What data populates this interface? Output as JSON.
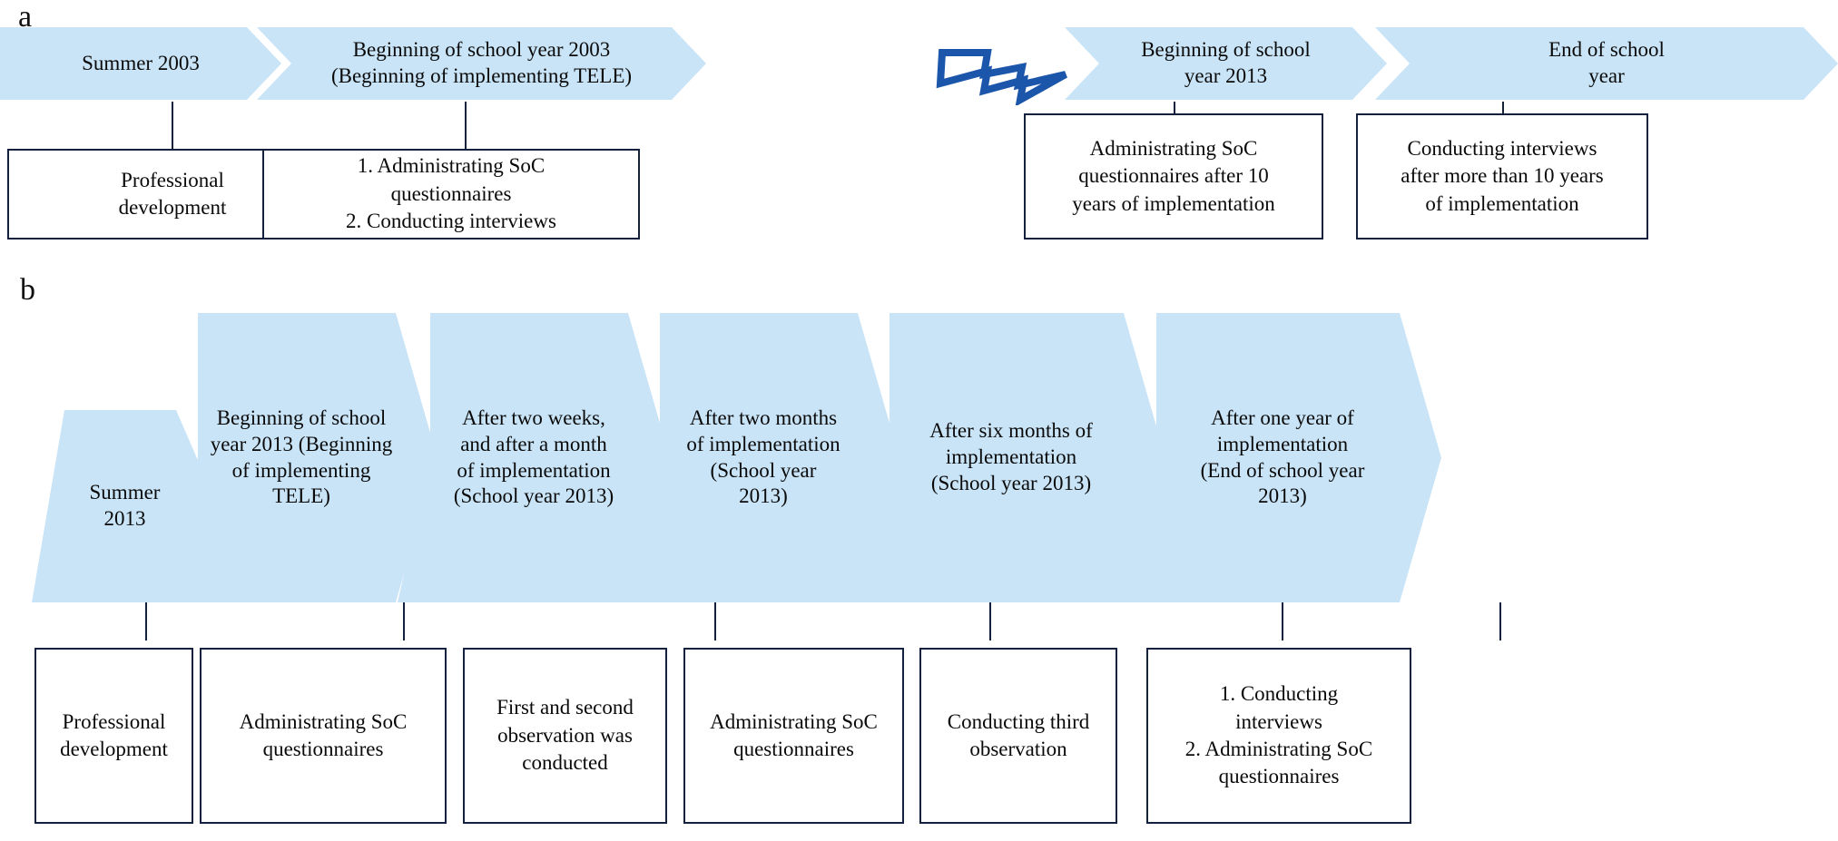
{
  "figure": {
    "title": "Two-phase TELE implementation research timeline",
    "accent_chevron_fill": "#c9e4f7",
    "box_border_color": "#13213f",
    "bolt_color": "#1c56ab"
  },
  "panels": [
    {
      "letter": "a",
      "timeline": [
        {
          "id": "a-phase-1",
          "chevron_label": "Summer 2003",
          "box_label": "Professional\ndevelopment"
        },
        {
          "id": "a-phase-2",
          "chevron_label": "Beginning  of school year 2003\n(Beginning  of implementing  TELE)",
          "box_label": "1. Administrating  SoC\nquestionnaires\n2. Conducting  interviews"
        },
        {
          "id": "a-phase-3",
          "chevron_label": "Beginning  of school\nyear 2013",
          "box_label": "Administrating  SoC\nquestionnaires  after 10\nyears  of implementation"
        },
        {
          "id": "a-phase-4",
          "chevron_label": "End of school\nyear",
          "box_label": "Conducting interviews\nafter more than 10 years\nof implementation"
        }
      ],
      "break_marker": {
        "icon": "lightning-bolt-icon",
        "meaning": "time gap between 2003 and 2013"
      }
    },
    {
      "letter": "b",
      "timeline": [
        {
          "id": "b-phase-1",
          "chevron_label": "Summer\n2013",
          "box_label": "Professional\ndevelopment"
        },
        {
          "id": "b-phase-2",
          "chevron_label": "Beginning of school\nyear 2013 (Beginning\nof implementing\nTELE)",
          "box_label": "Administrating  SoC\nquestionnaires"
        },
        {
          "id": "b-phase-3",
          "chevron_label": "After two weeks,\nand after a month\nof implementation\n(School  year 2013)",
          "box_label": "First and second\nobservation  was\nconducted"
        },
        {
          "id": "b-phase-4",
          "chevron_label": "After two months\nof implementation\n(School  year\n2013)",
          "box_label": "Administrating  SoC\nquestionnaires"
        },
        {
          "id": "b-phase-5",
          "chevron_label": "After six months of\nimplementation\n(School year 2013)",
          "box_label": "Conducting  third\nobservation"
        },
        {
          "id": "b-phase-6",
          "chevron_label": "After one year of\nimplementation\n(End of school  year\n2013)",
          "box_label": "1. Conducting\ninterviews\n2. Administrating SoC\nquestionnaires"
        }
      ]
    }
  ]
}
